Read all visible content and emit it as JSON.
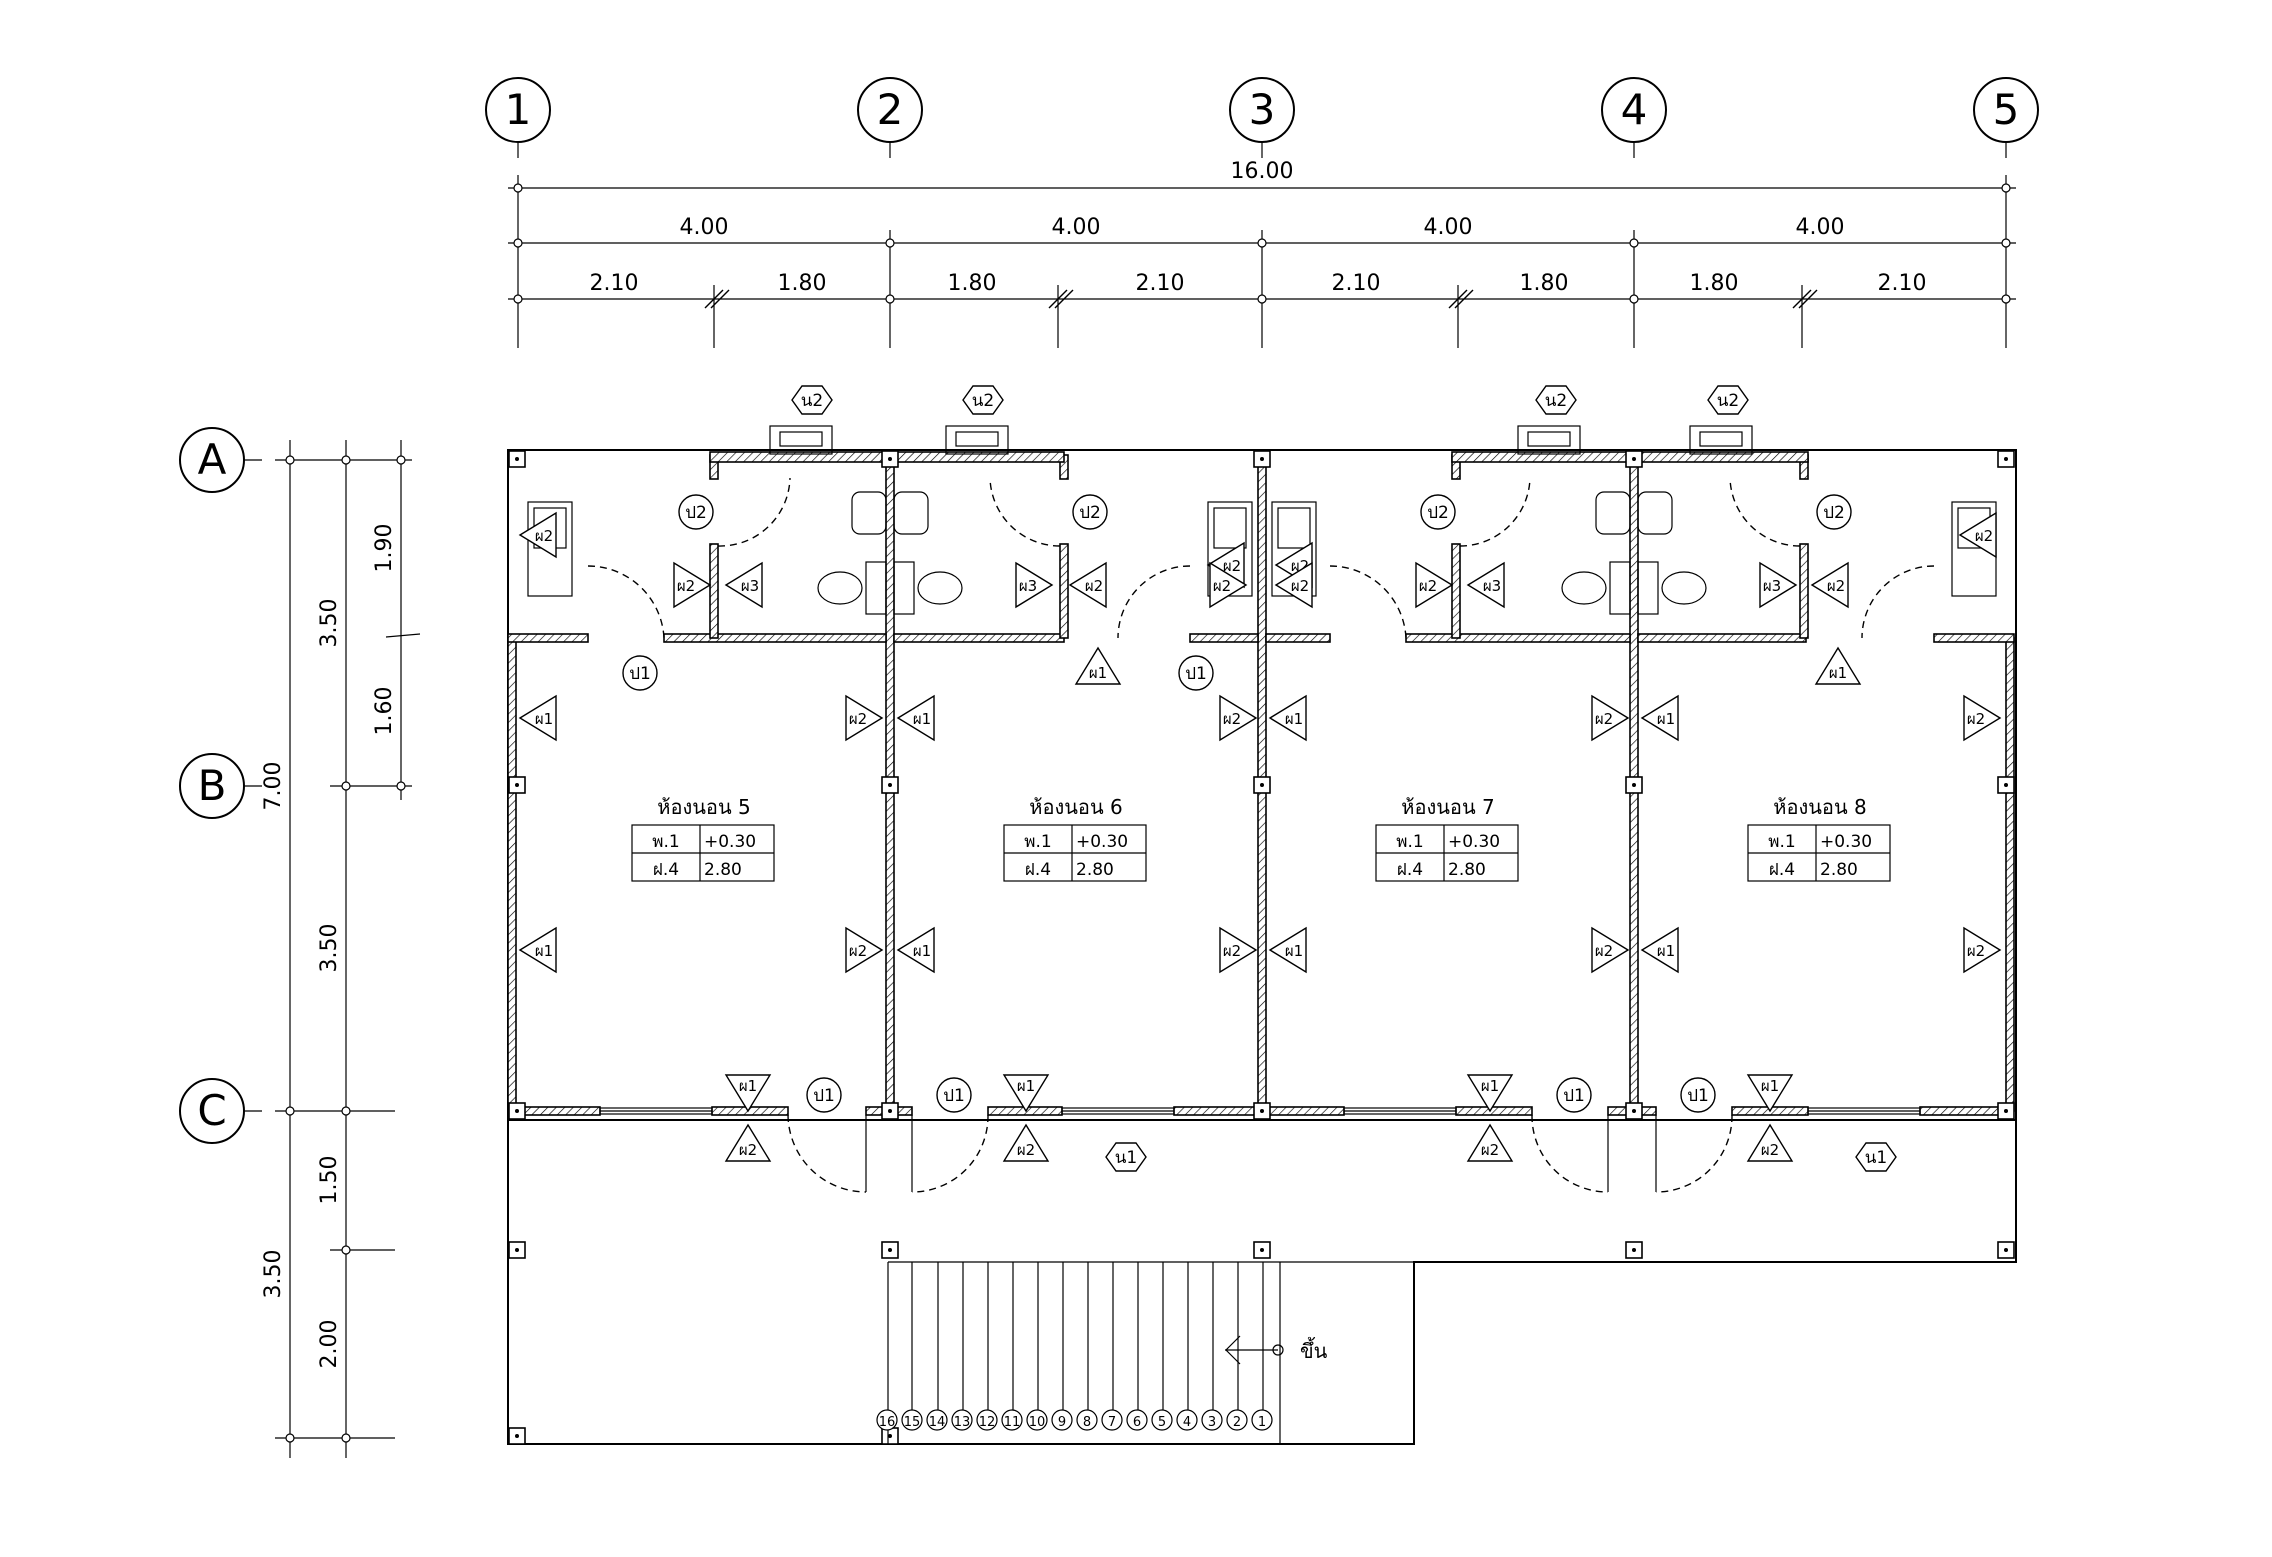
{
  "grid_columns": [
    "1",
    "2",
    "3",
    "4",
    "5"
  ],
  "grid_rows": [
    "A",
    "B",
    "C"
  ],
  "dims_top": {
    "overall": "16.00",
    "bays": [
      "4.00",
      "4.00",
      "4.00",
      "4.00"
    ],
    "sub": [
      "2.10",
      "1.80",
      "1.80",
      "2.10",
      "2.10",
      "1.80",
      "1.80",
      "2.10"
    ]
  },
  "dims_left": {
    "overall": "7.00",
    "a_b": "3.50",
    "a_split": [
      "1.90",
      "1.60"
    ],
    "b_c": "3.50",
    "lower_overall": "3.50",
    "lower_split": [
      "1.50",
      "2.00"
    ]
  },
  "rooms": [
    {
      "name": "ห้องนอน 5",
      "floor_code": "พ.1",
      "floor_value": "+0.30",
      "ceiling_code": "ฝ.4",
      "ceiling_value": "2.80"
    },
    {
      "name": "ห้องนอน 6",
      "floor_code": "พ.1",
      "floor_value": "+0.30",
      "ceiling_code": "ฝ.4",
      "ceiling_value": "2.80"
    },
    {
      "name": "ห้องนอน 7",
      "floor_code": "พ.1",
      "floor_value": "+0.30",
      "ceiling_code": "ฝ.4",
      "ceiling_value": "2.80"
    },
    {
      "name": "ห้องนอน 8",
      "floor_code": "พ.1",
      "floor_value": "+0.30",
      "ceiling_code": "ฝ.4",
      "ceiling_value": "2.80"
    }
  ],
  "tags": {
    "door1": "ป1",
    "door2": "ป2",
    "window1": "น1",
    "window2": "น2",
    "wall1": "ผ1",
    "wall2": "ผ2",
    "wall3": "ผ3"
  },
  "stair": {
    "up_label": "ขึ้น",
    "steps": [
      "1",
      "2",
      "3",
      "4",
      "5",
      "6",
      "7",
      "8",
      "9",
      "10",
      "11",
      "12",
      "13",
      "14",
      "15",
      "16"
    ]
  }
}
